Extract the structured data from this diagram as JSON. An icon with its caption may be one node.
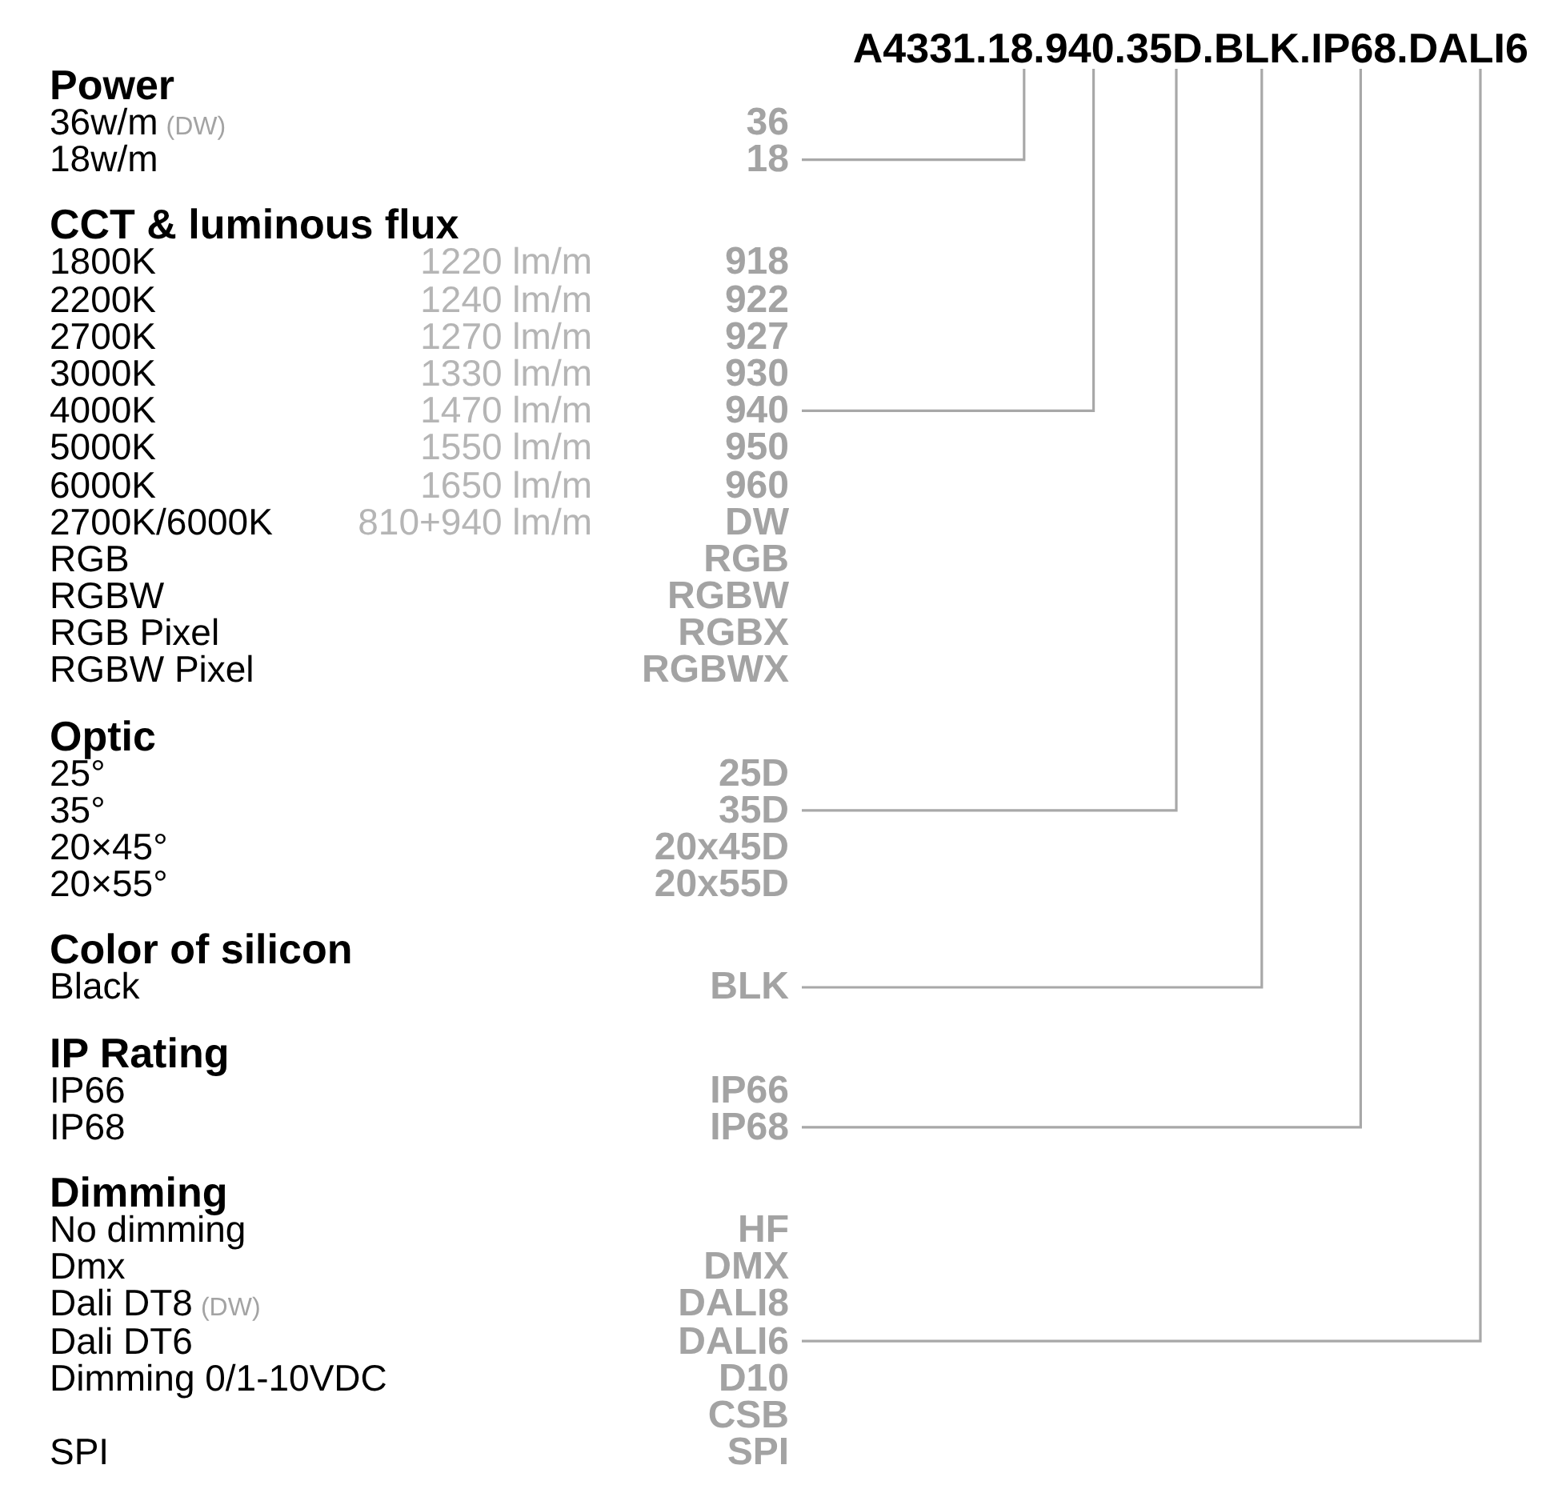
{
  "diagram": {
    "nodes": [
      {
        "text": [
          "A4331.18.940.35D.BLK.IP68.DALI6"
        ]
      },
      {
        "text": [
          "18"
        ]
      },
      {
        "text": [
          "940"
        ]
      },
      {
        "text": [
          "35D"
        ]
      },
      {
        "text": [
          "BLK"
        ]
      },
      {
        "text": [
          "IP68"
        ]
      },
      {
        "text": [
          "DALI6"
        ]
      }
    ],
    "edges": [
      {
        "from": 0,
        "to": 1,
        "arrow": "none"
      },
      {
        "from": 0,
        "to": 2,
        "arrow": "none"
      },
      {
        "from": 0,
        "to": 3,
        "arrow": "none"
      },
      {
        "from": 0,
        "to": 4,
        "arrow": "none"
      },
      {
        "from": 0,
        "to": 5,
        "arrow": "none"
      },
      {
        "from": 0,
        "to": 6,
        "arrow": "none"
      }
    ],
    "labels": [
      "Power",
      "36w/m",
      "(DW)",
      "36",
      "18w/m",
      "CCT & luminous flux",
      "1800K",
      "1220 lm/m",
      "918",
      "2200K",
      "1240 lm/m",
      "922",
      "2700K",
      "1270 lm/m",
      "927",
      "3000K",
      "1330 lm/m",
      "930",
      "4000K",
      "1470 lm/m",
      "5000K",
      "1550 lm/m",
      "950",
      "6000K",
      "1650 lm/m",
      "960",
      "2700K/6000K",
      "810+940 lm/m",
      "DW",
      "RGB",
      "RGB",
      "RGBW",
      "RGBW",
      "RGB Pixel",
      "RGBX",
      "RGBW Pixel",
      "RGBWX",
      "Optic",
      "25°",
      "25D",
      "35°",
      "20×45°",
      "20x45D",
      "20×55°",
      "20x55D",
      "Color of silicon",
      "Black",
      "IP Rating",
      "IP66",
      "IP66",
      "IP68",
      "Dimming",
      "No dimming",
      "HF",
      "Dmx",
      "DMX",
      "Dali DT8",
      "(DW)",
      "DALI8",
      "Dali DT6",
      "Dimming 0/1-10VDC",
      "D10",
      "CSB",
      "SPI",
      "SPI"
    ]
  }
}
